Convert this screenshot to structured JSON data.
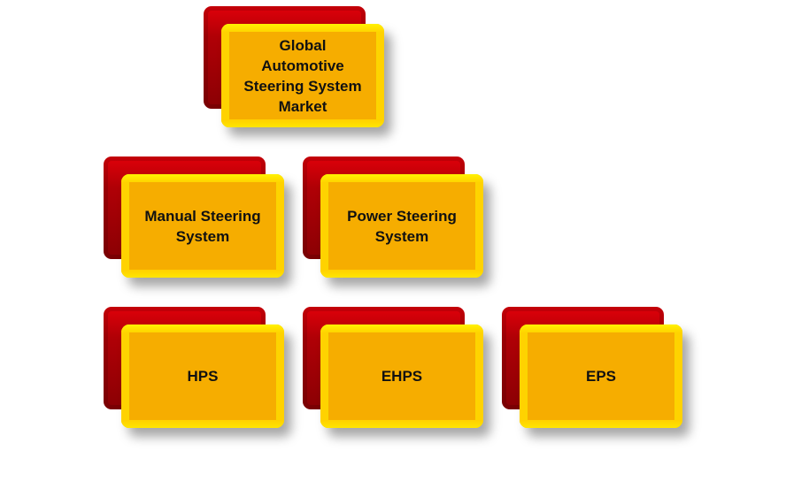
{
  "diagram": {
    "root": {
      "label": "Global Automotive Steering System Market"
    },
    "level1": [
      {
        "label": "Manual Steering System"
      },
      {
        "label": "Power Steering System"
      }
    ],
    "level2": [
      {
        "label": "HPS"
      },
      {
        "label": "EHPS"
      },
      {
        "label": "EPS"
      }
    ]
  },
  "colors": {
    "back": "#b00006",
    "front": "#f6ad00",
    "border": "#ffd200"
  }
}
